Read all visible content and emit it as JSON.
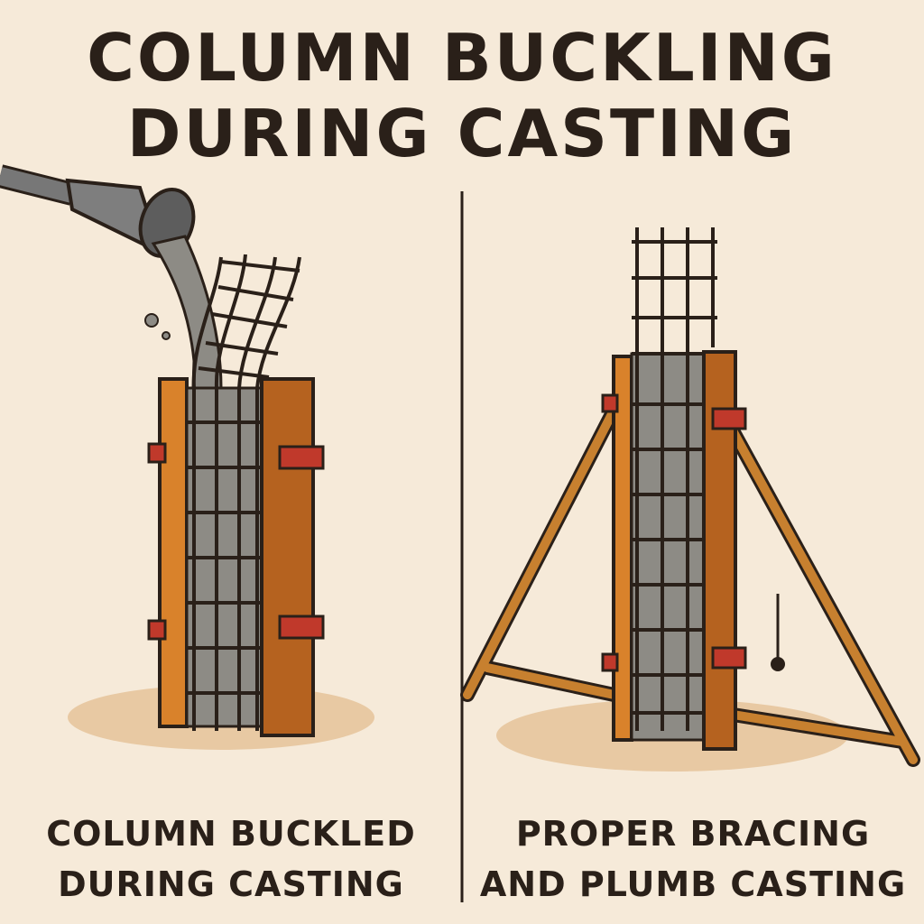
{
  "title": {
    "line1": "COLUMN BUCKLING",
    "line2": "DURING CASTING"
  },
  "left_panel": {
    "caption_line1": "COLUMN BUCKLED",
    "caption_line2": "DURING CASTING"
  },
  "right_panel": {
    "caption_line1": "PROPER BRACING",
    "caption_line2": "AND PLUMB CASTING"
  },
  "colors": {
    "background": "#f6ead9",
    "ink": "#2a2019",
    "timber": "#d9822b",
    "timber_dark": "#b5621f",
    "concrete": "#8d8b85",
    "clamp": "#c0392b",
    "puddle": "#e8c9a3"
  }
}
